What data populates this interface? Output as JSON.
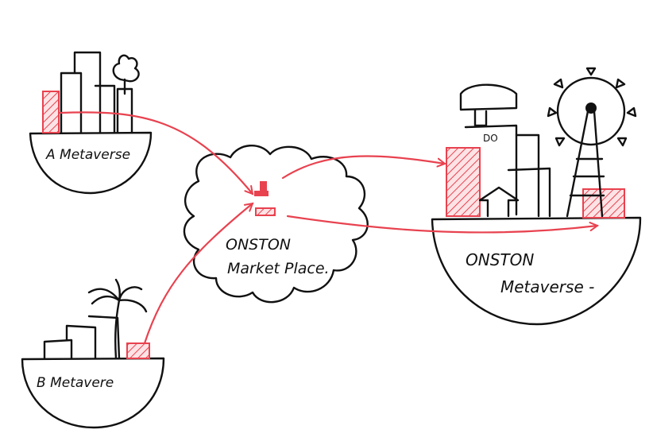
{
  "diagram": {
    "nodes": {
      "a": {
        "label": "A  Metaverse"
      },
      "b": {
        "label": "B  Metavere"
      },
      "market": {
        "line1": "ONSTON",
        "line2": "Market Place."
      },
      "onston": {
        "line1": "ONSTON",
        "line2": "Metaverse -"
      }
    },
    "sign_text": "DO",
    "colors": {
      "ink": "#111111",
      "accent": "#e8424f",
      "hatch_fill": "#f7b9bd"
    },
    "edges": [
      {
        "from": "a",
        "to": "market"
      },
      {
        "from": "b",
        "to": "market"
      },
      {
        "from": "market",
        "to": "onston"
      },
      {
        "from": "market",
        "to": "onston"
      }
    ]
  }
}
